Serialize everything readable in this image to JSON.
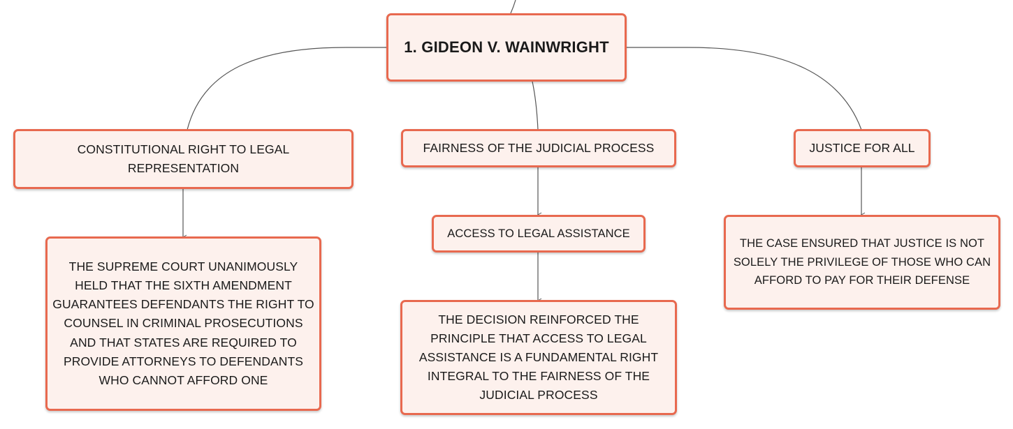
{
  "colors": {
    "node_border": "#e8694f",
    "node_fill": "#fdf1ed",
    "connector": "#555555",
    "text": "#1a1a1a"
  },
  "root": {
    "label": "1. GIDEON V. WAINWRIGHT"
  },
  "branches": [
    {
      "label": "CONSTITUTIONAL RIGHT TO LEGAL REPRESENTATION",
      "children": [
        {
          "label": "THE SUPREME COURT UNANIMOUSLY HELD THAT THE SIXTH AMENDMENT GUARANTEES DEFENDANTS THE RIGHT TO COUNSEL IN CRIMINAL PROSECUTIONS AND THAT STATES ARE REQUIRED TO PROVIDE ATTORNEYS TO DEFENDANTS WHO CANNOT AFFORD ONE"
        }
      ]
    },
    {
      "label": "FAIRNESS OF THE JUDICIAL PROCESS",
      "children": [
        {
          "label": "ACCESS TO LEGAL ASSISTANCE",
          "children": [
            {
              "label": "THE DECISION REINFORCED THE PRINCIPLE THAT ACCESS TO LEGAL ASSISTANCE IS A FUNDAMENTAL RIGHT INTEGRAL TO THE FAIRNESS OF THE JUDICIAL PROCESS"
            }
          ]
        }
      ]
    },
    {
      "label": "JUSTICE FOR ALL",
      "children": [
        {
          "label": "THE CASE ENSURED THAT JUSTICE IS NOT SOLELY THE PRIVILEGE OF THOSE WHO CAN AFFORD TO PAY FOR THEIR DEFENSE"
        }
      ]
    }
  ]
}
